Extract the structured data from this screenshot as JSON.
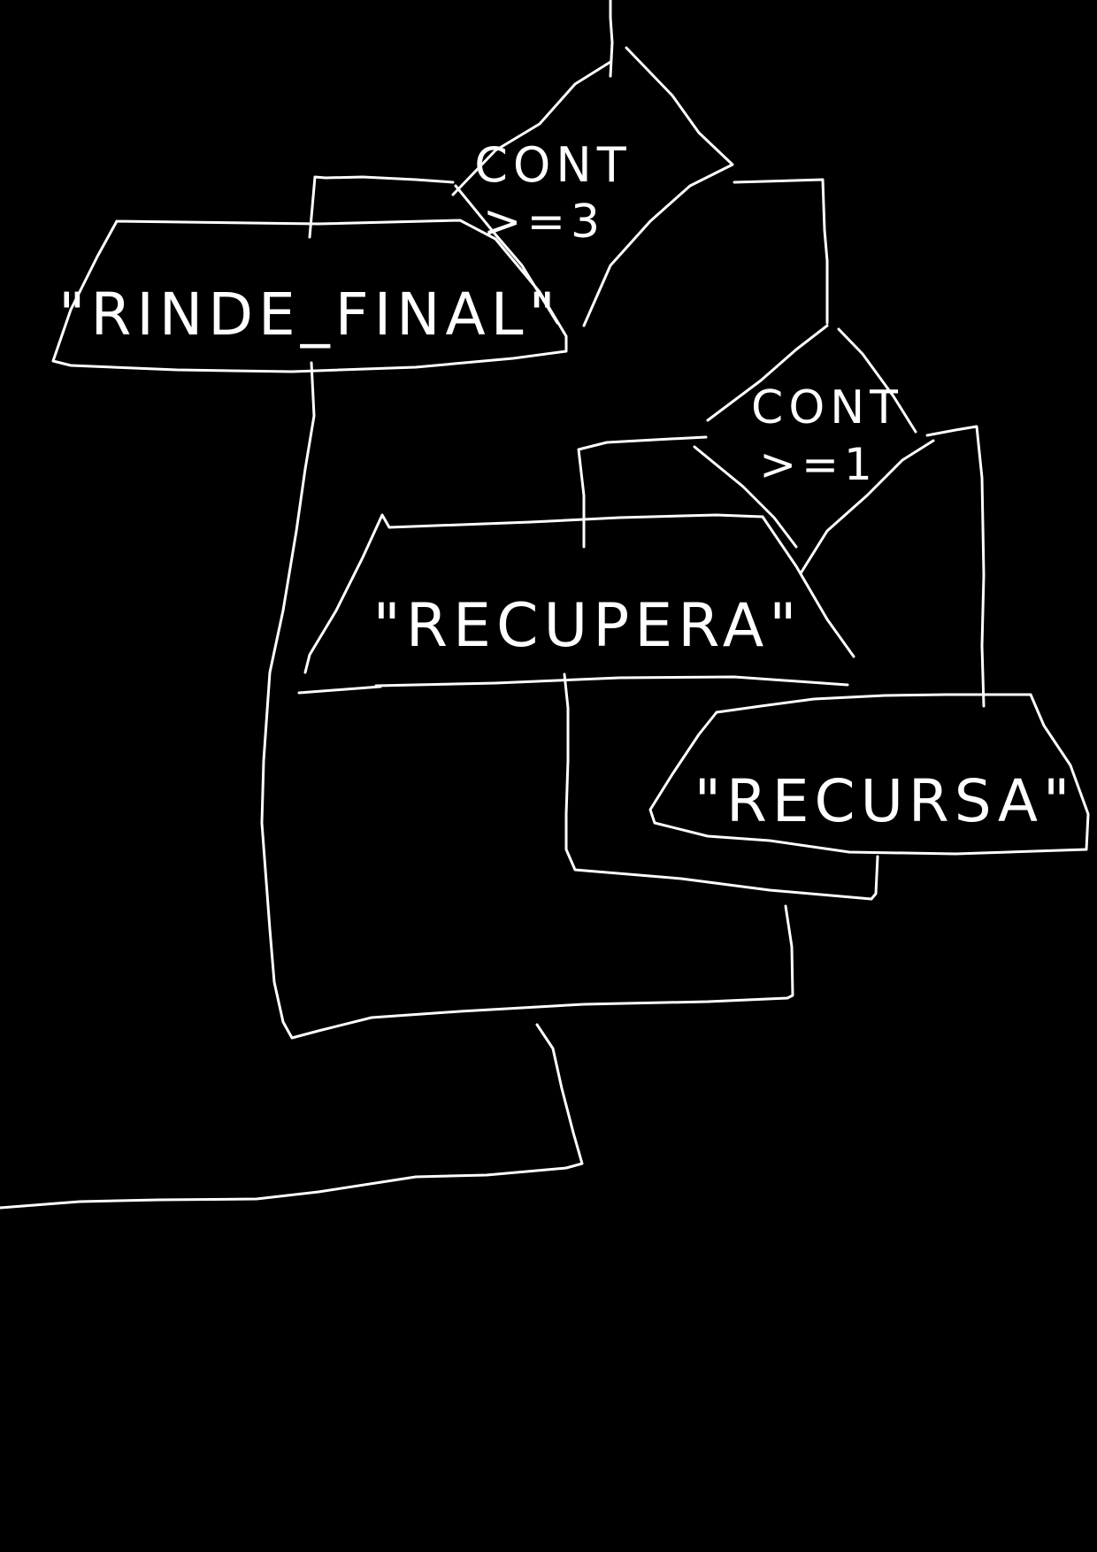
{
  "diagram": {
    "decisions": [
      {
        "line1": "CONT",
        "line2": ">=3"
      },
      {
        "line1": "CONT",
        "line2": ">=1"
      }
    ],
    "outputs": [
      "\"RINDE_FINAL\"",
      "\"RECUPERA\"",
      "\"RECURSA\""
    ],
    "colors": {
      "background": "#000000",
      "ink": "#ffffff"
    }
  }
}
